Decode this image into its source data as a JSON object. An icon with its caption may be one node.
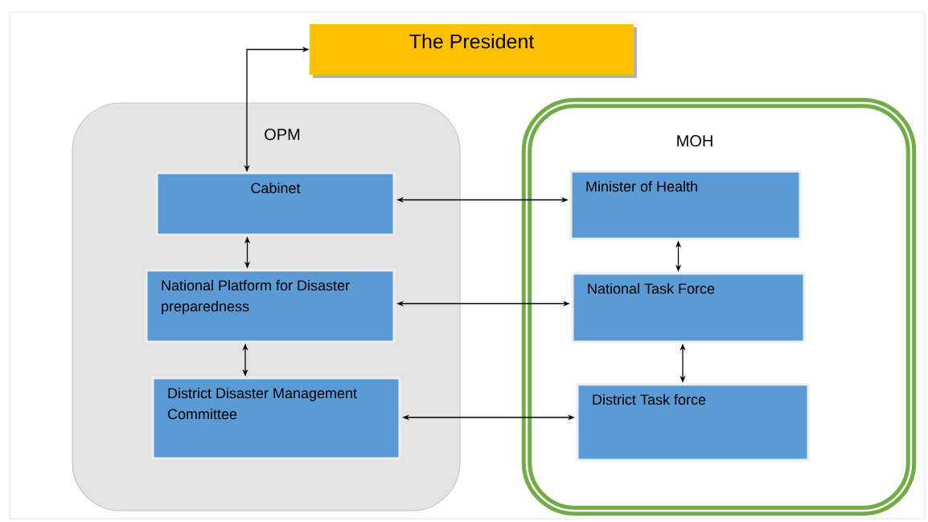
{
  "diagram": {
    "nodes": [
      {
        "text": [
          "The President"
        ]
      },
      {
        "text": [
          "OPM"
        ]
      },
      {
        "text": [
          "Cabinet"
        ],
        "in": 1
      },
      {
        "text": [
          "National Platform for Disaster preparedness"
        ],
        "in": 1
      },
      {
        "text": [
          "District Disaster Management Committee"
        ],
        "in": 1
      },
      {
        "text": [
          "MOH"
        ]
      },
      {
        "text": [
          "Minister of Health"
        ],
        "in": 5
      },
      {
        "text": [
          "National Task Force"
        ],
        "in": 5
      },
      {
        "text": [
          "District Task force"
        ],
        "in": 5
      }
    ],
    "edges": [
      {
        "from": 2,
        "to": 0,
        "arrow": "both"
      },
      {
        "from": 2,
        "to": 3,
        "arrow": "both"
      },
      {
        "from": 3,
        "to": 4,
        "arrow": "both"
      },
      {
        "from": 2,
        "to": 6,
        "arrow": "both"
      },
      {
        "from": 3,
        "to": 7,
        "arrow": "both"
      },
      {
        "from": 4,
        "to": 8,
        "arrow": "both"
      },
      {
        "from": 6,
        "to": 7,
        "arrow": "both"
      },
      {
        "from": 7,
        "to": 8,
        "arrow": "both"
      }
    ]
  }
}
